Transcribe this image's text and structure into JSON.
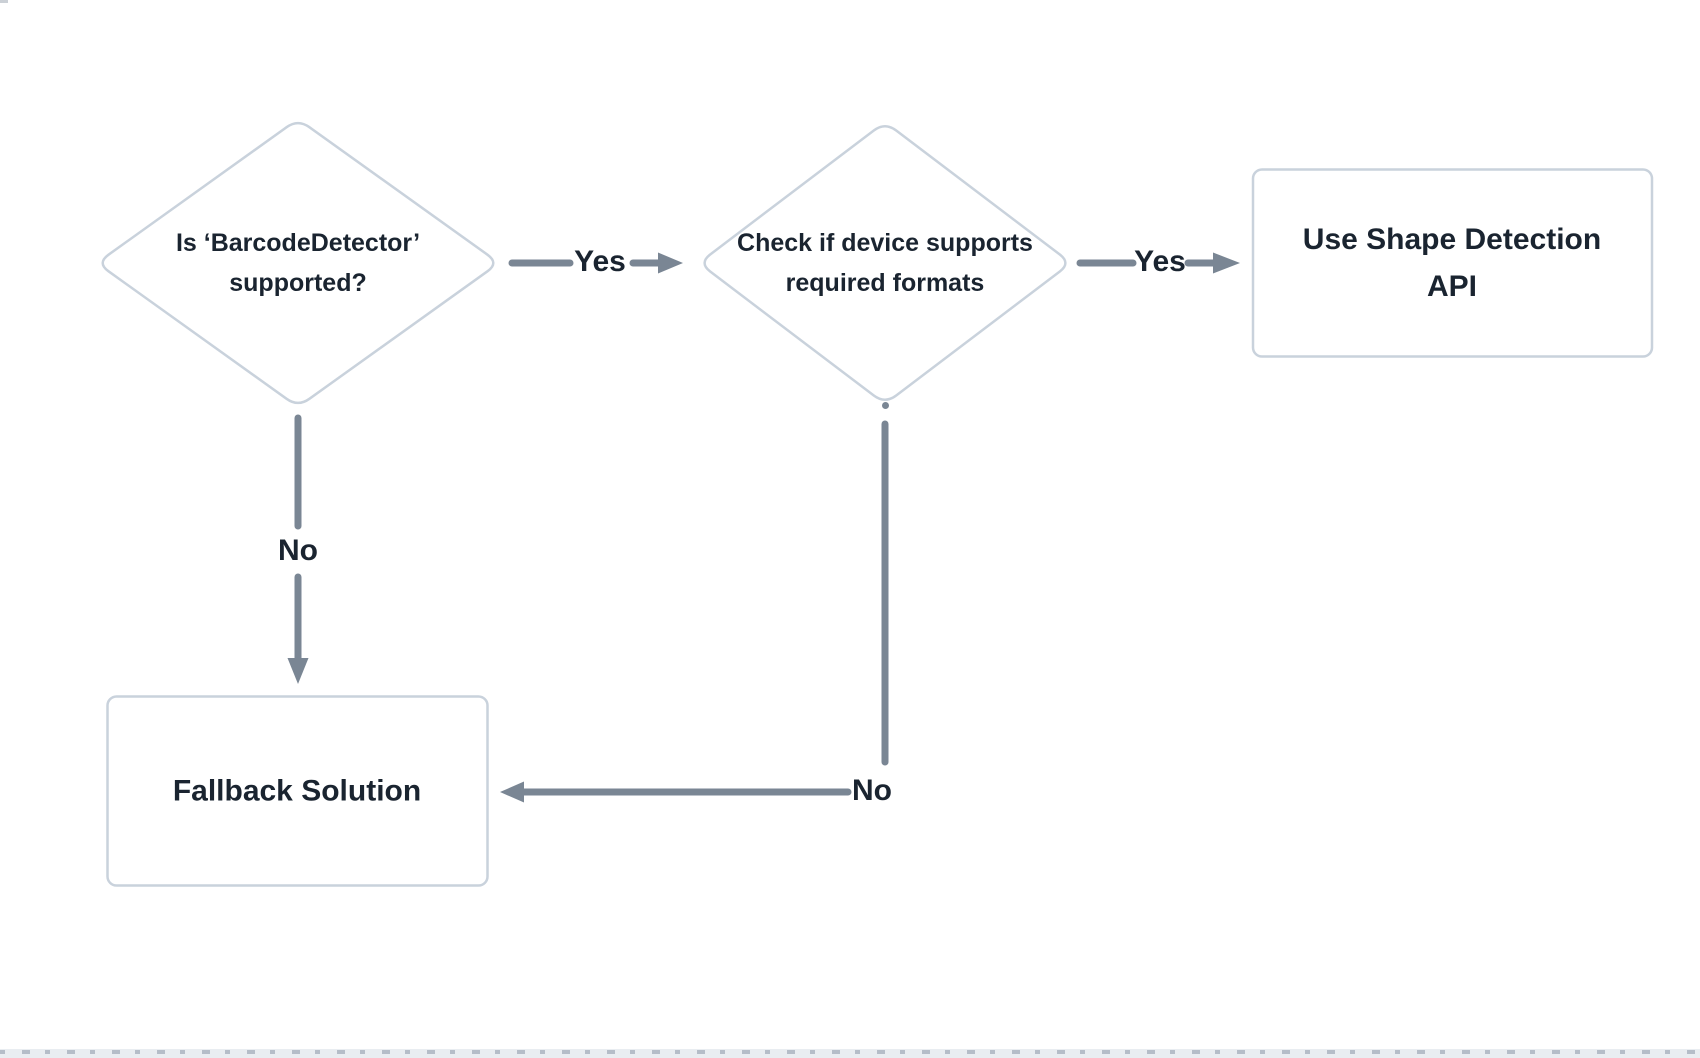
{
  "diagram": {
    "type": "flowchart",
    "nodes": {
      "decision_barcode": {
        "shape": "diamond",
        "line1": "Is ‘BarcodeDetector’",
        "line2": "supported?"
      },
      "decision_formats": {
        "shape": "diamond",
        "line1": "Check if device supports",
        "line2": "required formats"
      },
      "result_shape_api": {
        "shape": "rectangle",
        "line1": "Use Shape Detection",
        "line2": "API"
      },
      "result_fallback": {
        "shape": "rectangle",
        "label": "Fallback Solution"
      }
    },
    "edge_labels": {
      "yes_1": "Yes",
      "yes_2": "Yes",
      "no_1": "No",
      "no_2": "No"
    },
    "colors": {
      "connector": "#7a8694",
      "node_border": "#c9d2dc",
      "node_fill": "#ffffff",
      "text": "#1a2430",
      "bottom_strip_bg": "#e9edf1",
      "bottom_strip_marks": "#b5bdc8"
    }
  }
}
